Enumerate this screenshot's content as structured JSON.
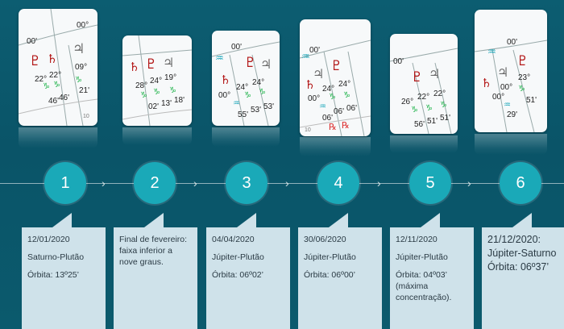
{
  "charts": [
    {
      "deg_top": "00°",
      "deg_mid": "00'",
      "labels": [
        "22°",
        "22°",
        "09°",
        "21'",
        "46'",
        "46'"
      ],
      "footer": "10"
    },
    {
      "labels": [
        "28°",
        "24°",
        "19°",
        "02'",
        "13'",
        "18'"
      ]
    },
    {
      "deg_mid": "00'",
      "labels": [
        "00°",
        "24°",
        "24°",
        "55'",
        "53'",
        "53'"
      ]
    },
    {
      "deg_top": "00'",
      "labels": [
        "00°",
        "24°",
        "24°",
        "06'",
        "06'",
        "06'"
      ],
      "footer": "10"
    },
    {
      "deg_mid": "00'",
      "labels": [
        "26°",
        "22°",
        "22°",
        "56'",
        "51'",
        "51'"
      ]
    },
    {
      "deg_top": "00'",
      "labels": [
        "23°",
        "00°",
        "00°",
        "51'",
        "29'"
      ]
    }
  ],
  "steps": [
    "1",
    "2",
    "3",
    "4",
    "5",
    "6"
  ],
  "events": [
    {
      "date": "12/01/2020",
      "pair": "Saturno-Plutão",
      "orbit": "Órbita: 13º25’"
    },
    {
      "text": "Final de fevereiro: faixa inferior a nove graus."
    },
    {
      "date": "04/04/2020",
      "pair": "Júpiter-Plutão",
      "orbit": "Órbita: 06º02’"
    },
    {
      "date": "30/06/2020",
      "pair": "Júpiter-Plutão",
      "orbit": "Órbita: 06º00’"
    },
    {
      "date": "12/11/2020",
      "pair": "Júpiter-Plutão",
      "orbit": "Órbita: 04º03’ (máxima concentração)."
    },
    {
      "date": "21/12/2020:",
      "pair": "Júpiter-Saturno",
      "orbit": "Órbita: 06º37’"
    }
  ],
  "icons": {
    "pluto": "pluto-glyph",
    "saturn": "saturn-glyph",
    "jupiter": "jupiter-glyph",
    "capricorn": "capricorn-glyph",
    "aquarius": "aquarius-glyph",
    "retrograde": "retrograde-glyph"
  },
  "colors": {
    "step_fill": "#1aa9b8",
    "box_fill": "#cfe2ea",
    "planet_red": "#b31717",
    "sign_green": "#1fb34a",
    "jupiter_gray": "#6b6b6b",
    "aquarius_teal": "#17a5b8"
  }
}
